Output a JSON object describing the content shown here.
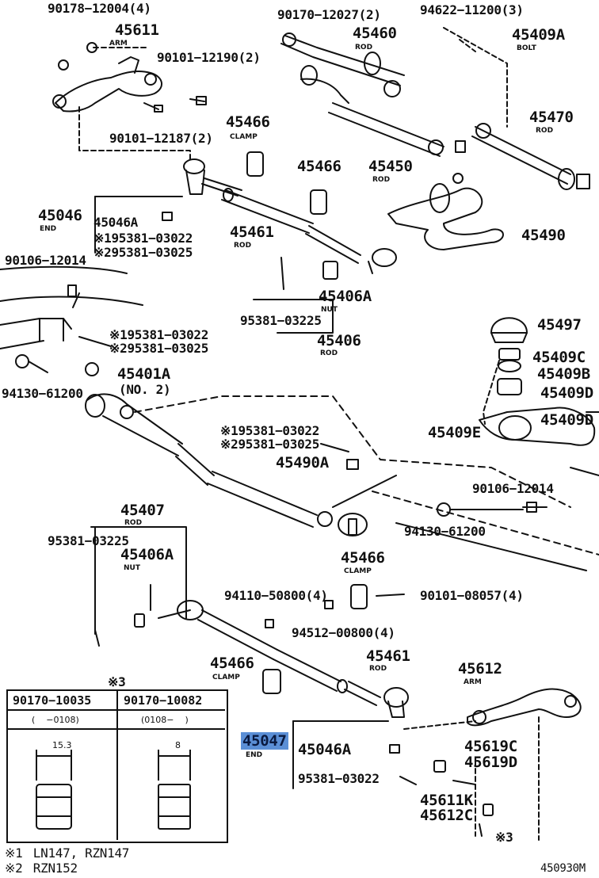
{
  "diagram": {
    "figure_id": "450930M",
    "labels": {
      "l_90178_12004": "90178−12004(4)",
      "l_45611": "45611",
      "l_arm1": "ARM",
      "l_90170_12027": "90170−12027(2)",
      "l_94622_11200": "94622−11200(3)",
      "l_45460": "45460",
      "l_rod_45460": "ROD",
      "l_45409A": "45409A",
      "l_bolt": "BOLT",
      "l_90101_12190": "90101−12190(2)",
      "l_45466a": "45466",
      "l_clamp_a": "CLAMP",
      "l_90101_12187": "90101−12187(2)",
      "l_45470": "45470",
      "l_rod_45470": "ROD",
      "l_45466b": "45466",
      "l_45450": "45450",
      "l_rod_45450": "ROD",
      "l_45046": "45046",
      "l_end_45046": "END",
      "l_45046A_top": "45046A",
      "l_45461_top": "45461",
      "l_rod_45461_top": "ROD",
      "l_x195381_top": "※195381−03022",
      "l_x295381_top": "※295381−03025",
      "l_45490": "45490",
      "l_90106_12014_top": "90106−12014",
      "l_45406A_top": "45406A",
      "l_nut_top": "NUT",
      "l_95381_03225_top": "95381−03225",
      "l_45406": "45406",
      "l_rod_45406": "ROD",
      "l_45497": "45497",
      "l_x195381_mid": "※195381−03022",
      "l_x295381_mid": "※295381−03025",
      "l_45409C": "45409C",
      "l_45409B": "45409B",
      "l_94130_61200_top": "94130−61200",
      "l_45401A": "45401A",
      "l_no2": "(NO. 2)",
      "l_45409D_1": "45409D",
      "l_45409D_2": "45409D",
      "l_45409E": "45409E",
      "l_x195381_low": "※195381−03022",
      "l_x295381_low": "※295381−03025",
      "l_45490A": "45490A",
      "l_90106_12014_low": "90106−12014",
      "l_45407": "45407",
      "l_rod_45407": "ROD",
      "l_94130_61200_low": "94130−61200",
      "l_95381_03225_low": "95381−03225",
      "l_45406A_low": "45406A",
      "l_nut_low": "NUT",
      "l_45466c": "45466",
      "l_clamp_c": "CLAMP",
      "l_94110_50800": "94110−50800(4)",
      "l_90101_08057": "90101−08057(4)",
      "l_94512_00800": "94512−00800(4)",
      "l_45461_low": "45461",
      "l_rod_45461_low": "ROD",
      "l_45466d": "45466",
      "l_clamp_d": "CLAMP",
      "l_45612": "45612",
      "l_arm2": "ARM",
      "l_45047": "45047",
      "l_end_45047": "END",
      "l_45046A_low": "45046A",
      "l_45619C": "45619C",
      "l_45619D": "45619D",
      "l_95381_03022": "95381−03022",
      "l_45611K": "45611K",
      "l_45612C": "45612C",
      "l_x3": "※3"
    },
    "table": {
      "title": "※3",
      "col1_part": "90170−10035",
      "col1_range": "(    −0108)",
      "col1_dim": "15.3",
      "col2_part": "90170−10082",
      "col2_range": "(0108−    )",
      "col2_dim": "8"
    },
    "notes": [
      {
        "mark": "※1",
        "text": "LN147, RZN147"
      },
      {
        "mark": "※2",
        "text": "RZN152"
      }
    ]
  }
}
